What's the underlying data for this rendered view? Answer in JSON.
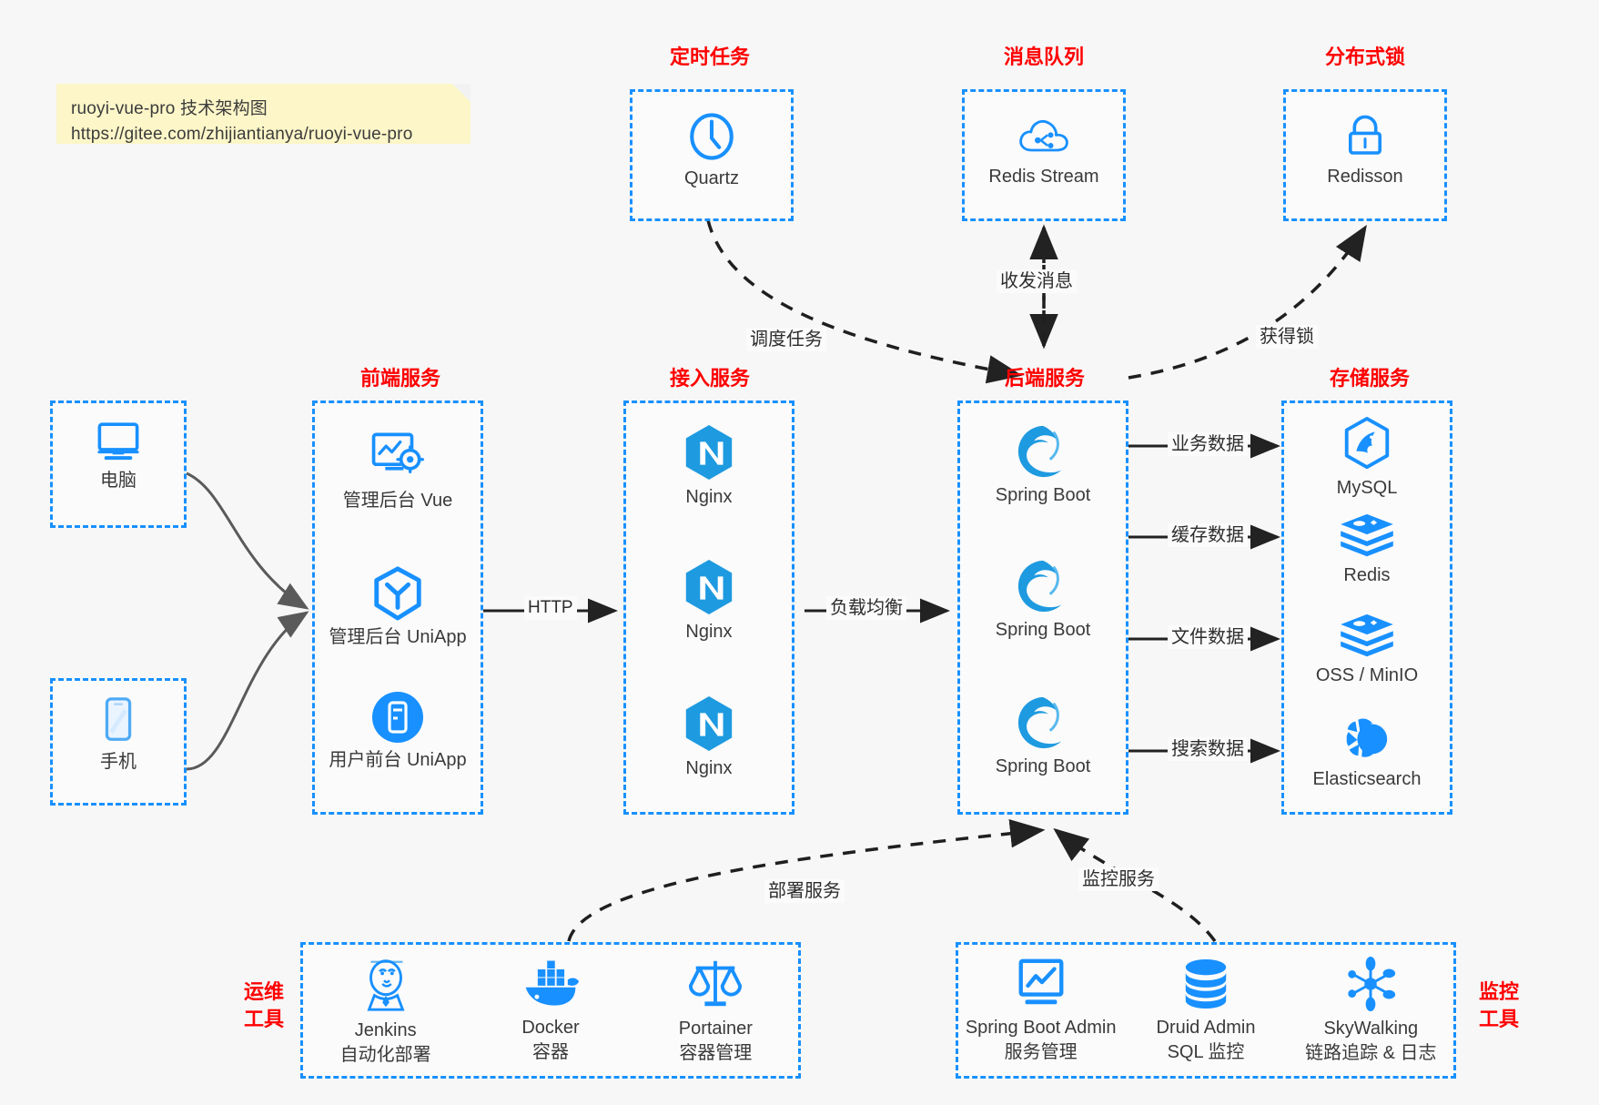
{
  "note": {
    "line1": "ruoyi-vue-pro 技术架构图",
    "line2": "https://gitee.com/zhijiantianya/ruoyi-vue-pro"
  },
  "colors": {
    "accent": "#1890ff",
    "title": "#ff0000",
    "text": "#3a3a3a",
    "arrow": "#222222",
    "note_bg": "#fcf6c8",
    "background": "#f7f7f7"
  },
  "groups": {
    "scheduler": {
      "title": "定时任务",
      "nodes": [
        {
          "label": "Quartz",
          "icon": "clock-icon"
        }
      ]
    },
    "mq": {
      "title": "消息队列",
      "nodes": [
        {
          "label": "Redis Stream",
          "icon": "cloud-stream-icon"
        }
      ]
    },
    "lock": {
      "title": "分布式锁",
      "nodes": [
        {
          "label": "Redisson",
          "icon": "lock-icon"
        }
      ]
    },
    "client_pc": {
      "title": "",
      "nodes": [
        {
          "label": "电脑",
          "icon": "desktop-icon"
        }
      ]
    },
    "client_mobile": {
      "title": "",
      "nodes": [
        {
          "label": "手机",
          "icon": "phone-icon"
        }
      ]
    },
    "frontend": {
      "title": "前端服务",
      "nodes": [
        {
          "label": "管理后台 Vue",
          "icon": "dashboard-vue-icon"
        },
        {
          "label": "管理后台 UniApp",
          "icon": "uniapp-cube-icon"
        },
        {
          "label": "用户前台 UniApp",
          "icon": "mobile-app-icon"
        }
      ]
    },
    "gateway": {
      "title": "接入服务",
      "nodes": [
        {
          "label": "Nginx",
          "icon": "nginx-icon"
        },
        {
          "label": "Nginx",
          "icon": "nginx-icon"
        },
        {
          "label": "Nginx",
          "icon": "nginx-icon"
        }
      ]
    },
    "backend": {
      "title": "后端服务",
      "nodes": [
        {
          "label": "Spring Boot",
          "icon": "spring-boot-icon"
        },
        {
          "label": "Spring Boot",
          "icon": "spring-boot-icon"
        },
        {
          "label": "Spring Boot",
          "icon": "spring-boot-icon"
        }
      ]
    },
    "storage": {
      "title": "存储服务",
      "nodes": [
        {
          "label": "MySQL",
          "icon": "mysql-icon"
        },
        {
          "label": "Redis",
          "icon": "redis-icon"
        },
        {
          "label": "OSS / MinIO",
          "icon": "oss-minio-icon"
        },
        {
          "label": "Elasticsearch",
          "icon": "elasticsearch-icon"
        }
      ]
    },
    "devops": {
      "title": "运维\n工具",
      "title_line1": "运维",
      "title_line2": "工具",
      "nodes": [
        {
          "label": "Jenkins",
          "sub": "自动化部署",
          "icon": "jenkins-icon"
        },
        {
          "label": "Docker",
          "sub": "容器",
          "icon": "docker-icon"
        },
        {
          "label": "Portainer",
          "sub": "容器管理",
          "icon": "portainer-scales-icon"
        }
      ]
    },
    "monitor": {
      "title_line1": "监控",
      "title_line2": "工具",
      "nodes": [
        {
          "label": "Spring Boot Admin",
          "sub": "服务管理",
          "icon": "monitor-chart-icon"
        },
        {
          "label": "Druid Admin",
          "sub": "SQL 监控",
          "icon": "database-icon"
        },
        {
          "label": "SkyWalking",
          "sub": "链路追踪 & 日志",
          "icon": "skywalking-icon"
        }
      ]
    }
  },
  "edges": [
    {
      "id": "http",
      "label": "HTTP"
    },
    {
      "id": "loadbalance",
      "label": "负载均衡"
    },
    {
      "id": "schedule",
      "label": "调度任务"
    },
    {
      "id": "message",
      "label": "收发消息"
    },
    {
      "id": "getlock",
      "label": "获得锁"
    },
    {
      "id": "bizdata",
      "label": "业务数据"
    },
    {
      "id": "cachedata",
      "label": "缓存数据"
    },
    {
      "id": "filedata",
      "label": "文件数据"
    },
    {
      "id": "searchdata",
      "label": "搜索数据"
    },
    {
      "id": "deploy",
      "label": "部署服务"
    },
    {
      "id": "monitor",
      "label": "监控服务"
    }
  ]
}
